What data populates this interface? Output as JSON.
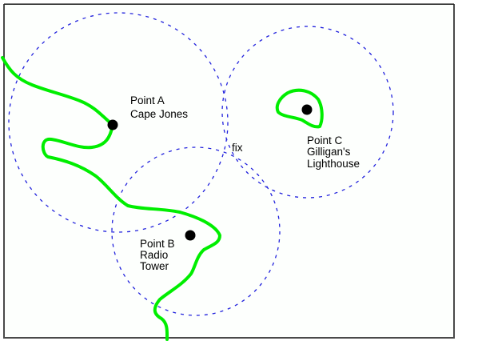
{
  "diagram": {
    "title": "Triangulation fix from three range circles",
    "colors": {
      "background": "#fdfffd",
      "frame": "#4a4a4a",
      "circle": "#2222dd",
      "coastline": "#00ee00",
      "point": "#000000",
      "text": "#000000"
    },
    "points": [
      {
        "id": "A",
        "lines": [
          "Point A",
          "Cape Jones"
        ]
      },
      {
        "id": "B",
        "lines": [
          "Point B",
          "Radio",
          "Tower"
        ]
      },
      {
        "id": "C",
        "lines": [
          "Point C",
          "Gilligan's",
          "Lighthouse"
        ]
      }
    ],
    "fix_label": "fix"
  }
}
